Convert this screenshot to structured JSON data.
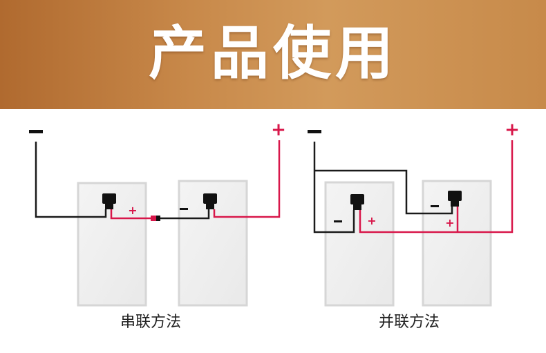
{
  "banner": {
    "title": "产品使用"
  },
  "diagrams": {
    "series": {
      "caption": "串联方法",
      "neg_terminal": "−",
      "pos_terminal": "+",
      "panel1_pos": "+",
      "panel2_neg": "−"
    },
    "parallel": {
      "caption": "并联方法",
      "neg_terminal": "−",
      "pos_terminal": "+",
      "panel1_neg": "−",
      "panel1_pos": "+",
      "panel2_neg": "−",
      "panel2_pos": "+"
    }
  },
  "colors": {
    "negative_wire": "#1a1a1a",
    "positive_wire": "#d8174a",
    "banner": "#c8894a"
  }
}
